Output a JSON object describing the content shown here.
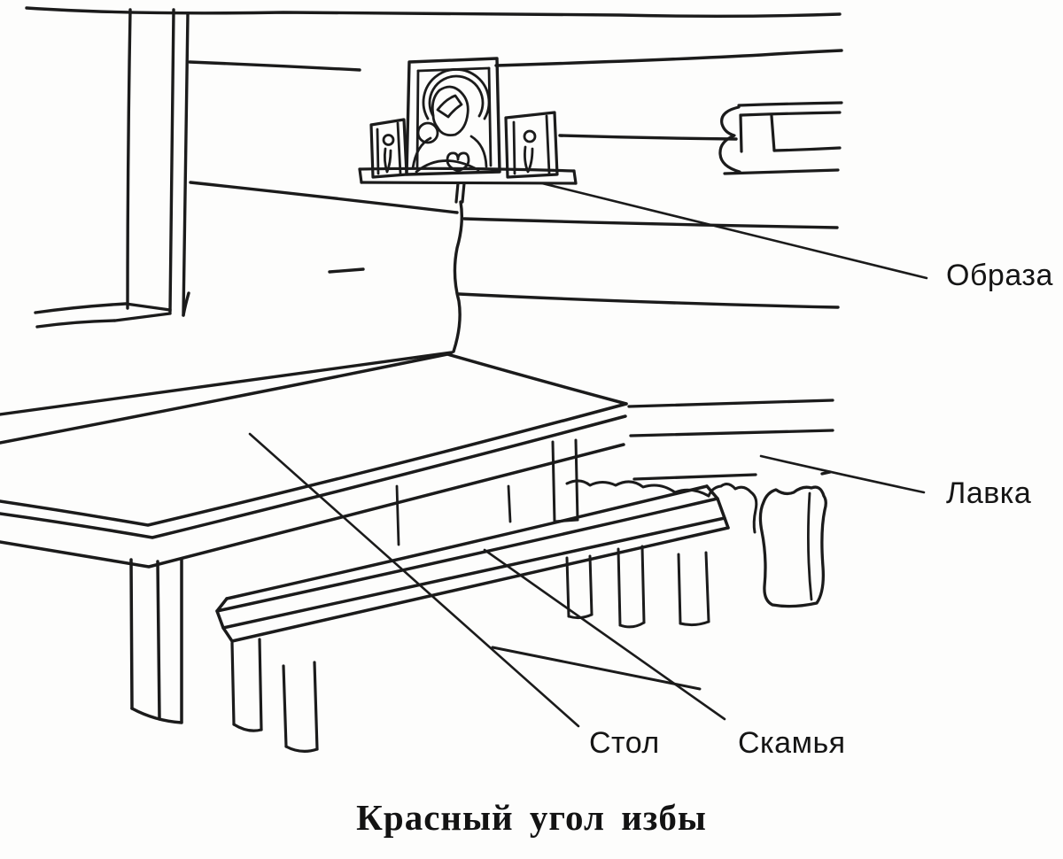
{
  "figure": {
    "caption": "Красный угол избы",
    "labels": {
      "obraza": "Образа",
      "lavka": "Лавка",
      "stol": "Стол",
      "skamya": "Скамья"
    }
  },
  "colors": {
    "ink": "#1b1b1b",
    "paper": "#fdfdfc"
  }
}
